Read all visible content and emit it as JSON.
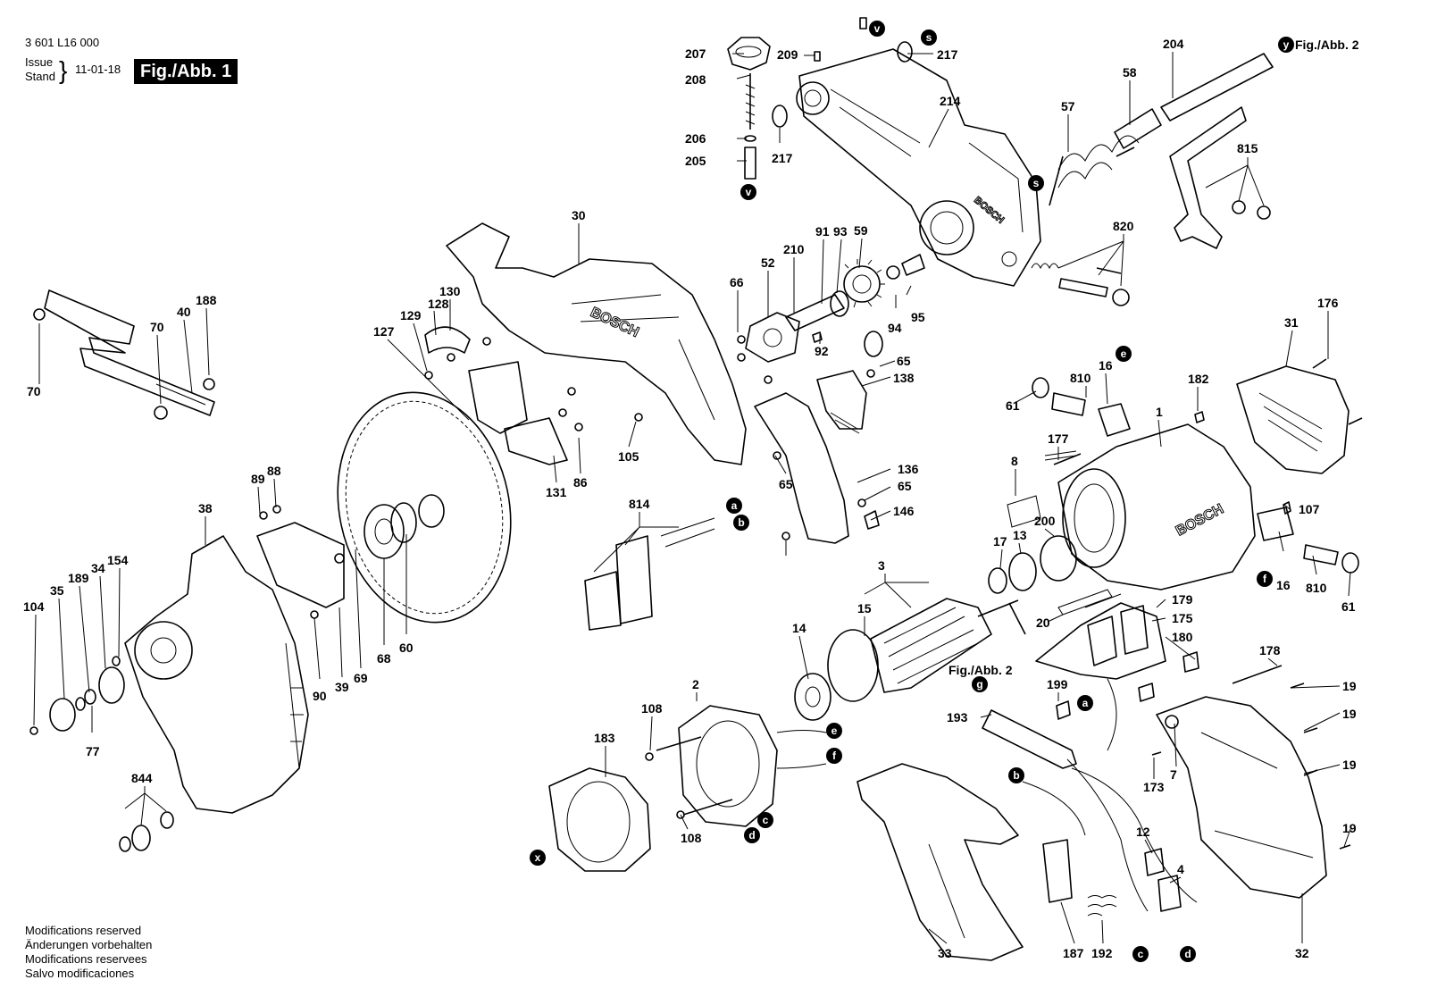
{
  "header": {
    "doc_number": "3 601 L16 000",
    "issue_label": "Issue",
    "stand_label": "Stand",
    "issue_date": "11-01-18",
    "figure": "Fig./Abb. 1"
  },
  "footer": {
    "lines": [
      "Modifications reserved",
      "Änderungen vorbehalten",
      "Modifications reservees",
      "Salvo modificaciones"
    ]
  },
  "brand_text": [
    "BOSCH",
    "BOSCH",
    "BOSCH"
  ],
  "figure_refs": [
    "Fig./Abb. 2",
    "Fig./Abb. 2"
  ],
  "part_labels": [
    "207",
    "209",
    "217",
    "217",
    "208",
    "206",
    "205",
    "204",
    "58",
    "57",
    "214",
    "815",
    "820",
    "30",
    "59",
    "93",
    "91",
    "210",
    "52",
    "66",
    "92",
    "94",
    "95",
    "65",
    "138",
    "176",
    "31",
    "188",
    "40",
    "70",
    "70",
    "128",
    "130",
    "129",
    "127",
    "131",
    "86",
    "105",
    "182",
    "810",
    "16",
    "1",
    "61",
    "177",
    "8",
    "136",
    "65",
    "65",
    "146",
    "814",
    "89",
    "88",
    "38",
    "107",
    "16",
    "810",
    "61",
    "3",
    "15",
    "17",
    "13",
    "200",
    "154",
    "34",
    "189",
    "35",
    "104",
    "77",
    "90",
    "39",
    "69",
    "68",
    "60",
    "14",
    "20",
    "179",
    "175",
    "180",
    "178",
    "19",
    "19",
    "19",
    "19",
    "2",
    "108",
    "108",
    "183",
    "844",
    "193",
    "199",
    "7",
    "173",
    "12",
    "4",
    "33",
    "187",
    "192",
    "32"
  ],
  "connector_markers": [
    "v",
    "s",
    "v",
    "s",
    "y",
    "e",
    "a",
    "b",
    "f",
    "e",
    "f",
    "c",
    "d",
    "x",
    "g",
    "a",
    "b",
    "c",
    "d"
  ]
}
